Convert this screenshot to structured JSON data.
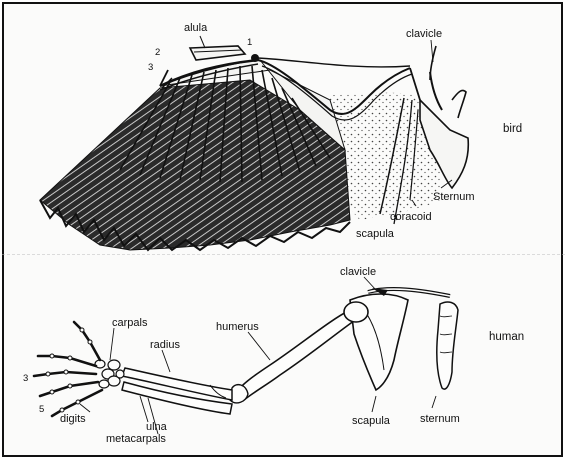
{
  "bird": {
    "title": "bird",
    "labels": {
      "alula": "alula",
      "num1": "1",
      "num2": "2",
      "num3": "3",
      "clavicle": "clavicle",
      "sternum": "Sternum",
      "coracoid": "coracoid",
      "scapula": "scapula"
    }
  },
  "human": {
    "title": "human",
    "labels": {
      "clavicle": "clavicle",
      "carpals": "carpals",
      "radius": "radius",
      "humerus": "humerus",
      "num3": "3",
      "num5": "5",
      "digits": "digits",
      "ulna": "ulna",
      "metacarpals": "metacarpals",
      "scapula": "scapula",
      "sternum": "sternum"
    }
  },
  "colors": {
    "ink": "#111111",
    "paper": "#fbfbfa"
  }
}
